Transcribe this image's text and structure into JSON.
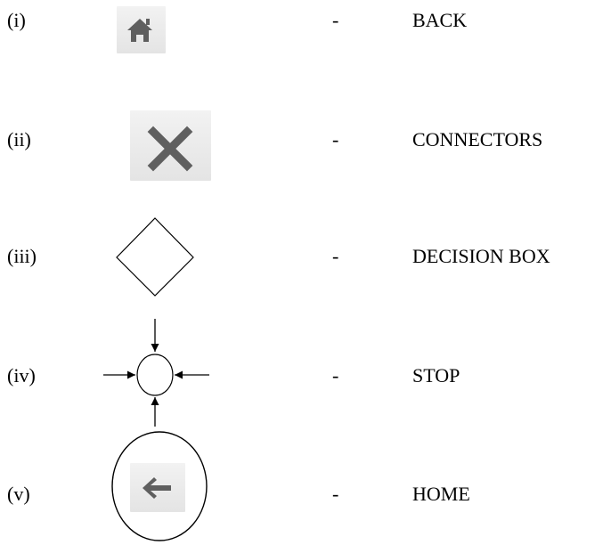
{
  "rows": [
    {
      "numeral": "(i)",
      "dash": "-",
      "label": "BACK",
      "icon": "home-icon"
    },
    {
      "numeral": "(ii)",
      "dash": "-",
      "label": "CONNECTORS",
      "icon": "close-icon"
    },
    {
      "numeral": "(iii)",
      "dash": "-",
      "label": "DECISION BOX",
      "icon": "diamond-shape-icon"
    },
    {
      "numeral": "(iv)",
      "dash": "-",
      "label": "STOP",
      "icon": "connector-arrows-icon"
    },
    {
      "numeral": "(v)",
      "dash": "-",
      "label": "HOME",
      "icon": "back-arrow-icon"
    }
  ],
  "colors": {
    "icon_fill": "#5f5f5f",
    "button_bg": "#ececec",
    "text": "#000000"
  }
}
